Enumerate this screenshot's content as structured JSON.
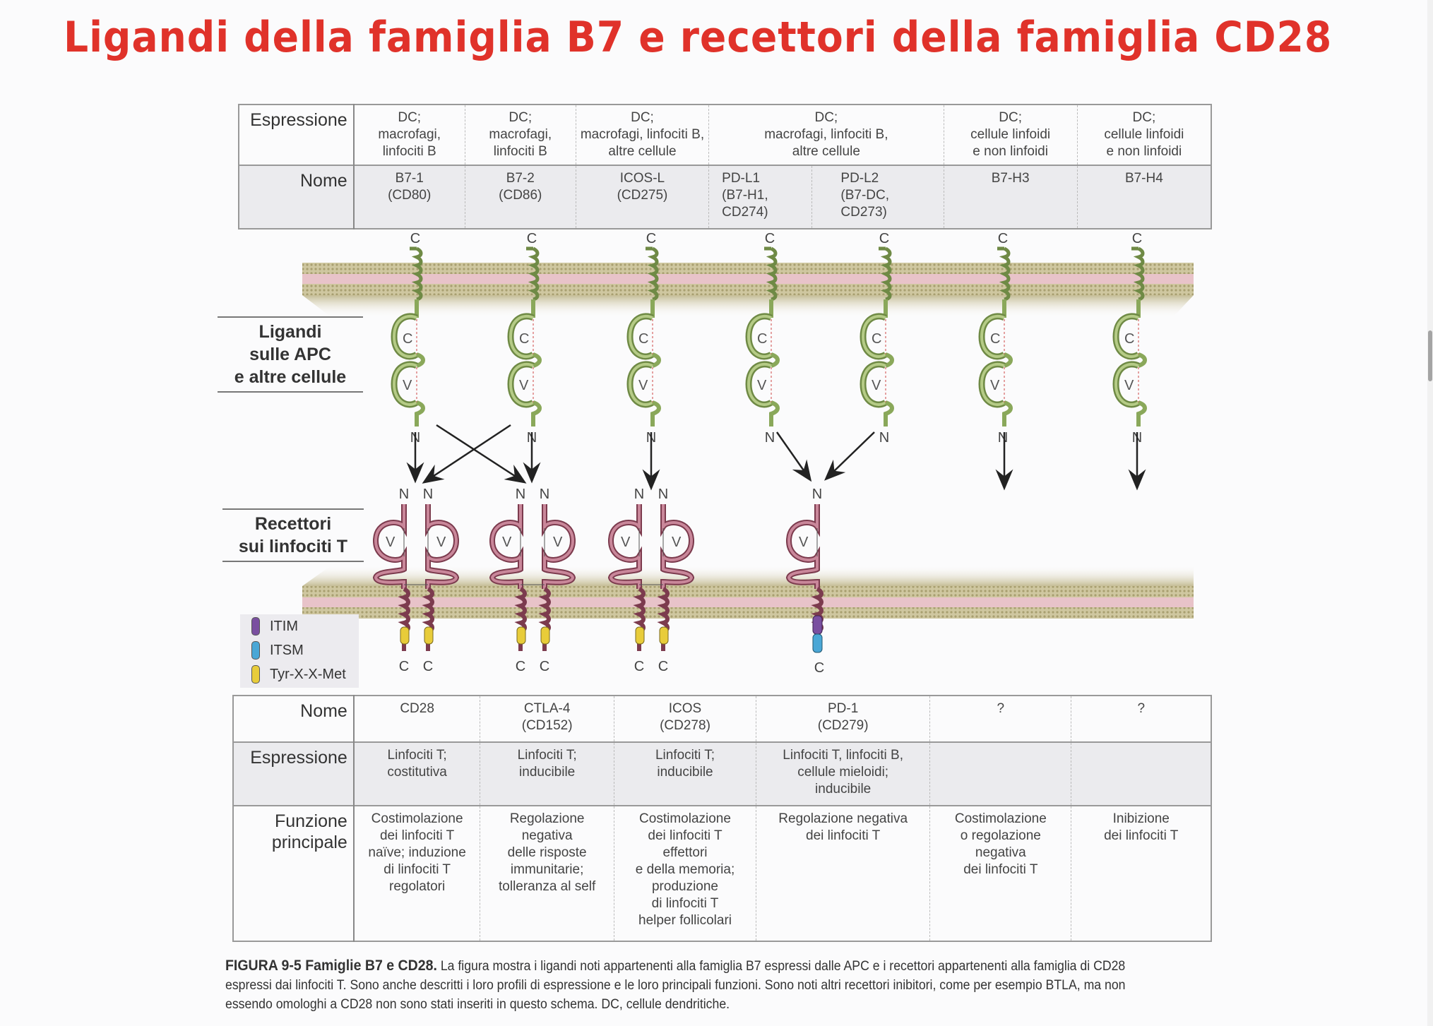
{
  "title": "Ligandi della famiglia B7 e recettori della famiglia CD28",
  "colors": {
    "title": "#e0322a",
    "ligand_protein": "#8aa85a",
    "receptor_protein": "#a85a6e",
    "membrane_outer": "#c7bf95",
    "membrane_core": "#e4b8bf",
    "itim": "#7a4fa0",
    "itsm": "#4aa7d6",
    "tyr_x_x_met": "#e8cc3a"
  },
  "ligand_table": {
    "row_labels": {
      "expression": "Espressione",
      "name": "Nome"
    },
    "expression": [
      {
        "lines": [
          "DC;",
          "macrofagi,",
          "linfociti B"
        ]
      },
      {
        "lines": [
          "DC;",
          "macrofagi,",
          "linfociti B"
        ]
      },
      {
        "lines": [
          "DC;",
          "macrofagi, linfociti B,",
          "altre cellule"
        ]
      },
      {
        "lines": [
          "DC;",
          "macrofagi, linfociti B,",
          "altre cellule"
        ]
      },
      {
        "lines": [
          "DC;",
          "cellule linfoidi",
          "e non linfoidi"
        ]
      },
      {
        "lines": [
          "DC;",
          "cellule linfoidi",
          "e non linfoidi"
        ]
      }
    ],
    "names": [
      {
        "lines": [
          "B7-1",
          "(CD80)"
        ]
      },
      {
        "lines": [
          "B7-2",
          "(CD86)"
        ]
      },
      {
        "lines": [
          "ICOS-L",
          "(CD275)"
        ]
      },
      {
        "lines": [
          "PD-L1",
          "(B7-H1,",
          "CD274)"
        ]
      },
      {
        "lines": [
          "PD-L2",
          "(B7-DC,",
          "CD273)"
        ]
      },
      {
        "lines": [
          "B7-H3"
        ]
      },
      {
        "lines": [
          "B7-H4"
        ]
      }
    ]
  },
  "side_labels": {
    "ligands": [
      "Ligandi",
      "sulle APC",
      "e altre cellule"
    ],
    "receptors": [
      "Recettori",
      "sui linfociti T"
    ]
  },
  "domain_labels": {
    "c_domain": "C",
    "v_domain": "V",
    "n_term": "N",
    "c_term": "C"
  },
  "legend": [
    {
      "label": "ITIM",
      "color": "#7a4fa0"
    },
    {
      "label": "ITSM",
      "color": "#4aa7d6"
    },
    {
      "label": "Tyr-X-X-Met",
      "color": "#e8cc3a"
    }
  ],
  "receptor_table": {
    "row_labels": {
      "name": "Nome",
      "expression": "Espressione",
      "function": [
        "Funzione",
        "principale"
      ]
    },
    "names": [
      {
        "lines": [
          "CD28"
        ]
      },
      {
        "lines": [
          "CTLA-4",
          "(CD152)"
        ]
      },
      {
        "lines": [
          "ICOS",
          "(CD278)"
        ]
      },
      {
        "lines": [
          "PD-1",
          "(CD279)"
        ]
      },
      {
        "lines": [
          "?"
        ]
      },
      {
        "lines": [
          "?"
        ]
      }
    ],
    "expression": [
      {
        "lines": [
          "Linfociti T;",
          "costitutiva"
        ]
      },
      {
        "lines": [
          "Linfociti T;",
          "inducibile"
        ]
      },
      {
        "lines": [
          "Linfociti T;",
          "inducibile"
        ]
      },
      {
        "lines": [
          "Linfociti T, linfociti B,",
          "cellule mieloidi;",
          "inducibile"
        ]
      },
      {
        "lines": []
      },
      {
        "lines": []
      }
    ],
    "function": [
      {
        "lines": [
          "Costimolazione",
          "dei linfociti T",
          "naïve; induzione",
          "di linfociti T",
          "regolatori"
        ]
      },
      {
        "lines": [
          "Regolazione",
          "negativa",
          "delle risposte",
          "immunitarie;",
          "tolleranza al self"
        ]
      },
      {
        "lines": [
          "Costimolazione",
          "dei linfociti T",
          "effettori",
          "e della memoria;",
          "produzione",
          "di linfociti T",
          "helper follicolari"
        ]
      },
      {
        "lines": [
          "Regolazione negativa",
          "dei linfociti T"
        ]
      },
      {
        "lines": [
          "Costimolazione",
          "o regolazione",
          "negativa",
          "dei linfociti T"
        ]
      },
      {
        "lines": [
          "Inibizione",
          "dei linfociti T"
        ]
      }
    ]
  },
  "caption": {
    "label": "FIGURA 9-5 Famiglie B7 e CD28.",
    "text": "La figura mostra i ligandi noti appartenenti alla famiglia B7 espressi dalle APC e i recettori appartenenti alla famiglia di CD28 espressi dai linfociti T. Sono anche descritti i loro profili di espressione e le loro principali funzioni. Sono noti altri recettori inibitori, come per esempio BTLA, ma non essendo omologhi a CD28 non sono stati inseriti in questo schema. DC, cellule dendritiche."
  }
}
